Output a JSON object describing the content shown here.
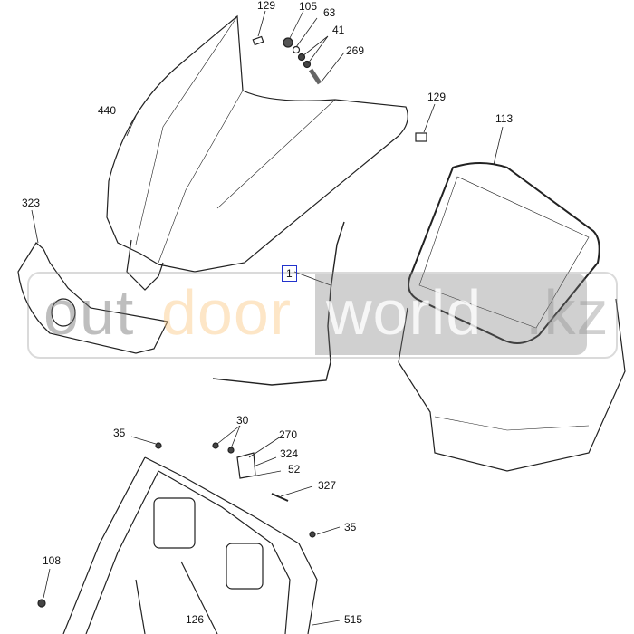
{
  "diagram": {
    "callouts": [
      {
        "id": "129a",
        "label": "129"
      },
      {
        "id": "105",
        "label": "105"
      },
      {
        "id": "63",
        "label": "63"
      },
      {
        "id": "41",
        "label": "41"
      },
      {
        "id": "269",
        "label": "269"
      },
      {
        "id": "440",
        "label": "440"
      },
      {
        "id": "129b",
        "label": "129"
      },
      {
        "id": "113",
        "label": "113"
      },
      {
        "id": "323",
        "label": "323"
      },
      {
        "id": "1",
        "label": "1"
      },
      {
        "id": "35a",
        "label": "35"
      },
      {
        "id": "30",
        "label": "30"
      },
      {
        "id": "270",
        "label": "270"
      },
      {
        "id": "324",
        "label": "324"
      },
      {
        "id": "52",
        "label": "52"
      },
      {
        "id": "327",
        "label": "327"
      },
      {
        "id": "35b",
        "label": "35"
      },
      {
        "id": "108",
        "label": "108"
      },
      {
        "id": "126",
        "label": "126"
      },
      {
        "id": "515",
        "label": "515"
      }
    ],
    "watermark": {
      "part1": "out",
      "part2": "door",
      "part3": "world",
      ".kz": ".kz",
      "suffix": ".kz"
    }
  }
}
